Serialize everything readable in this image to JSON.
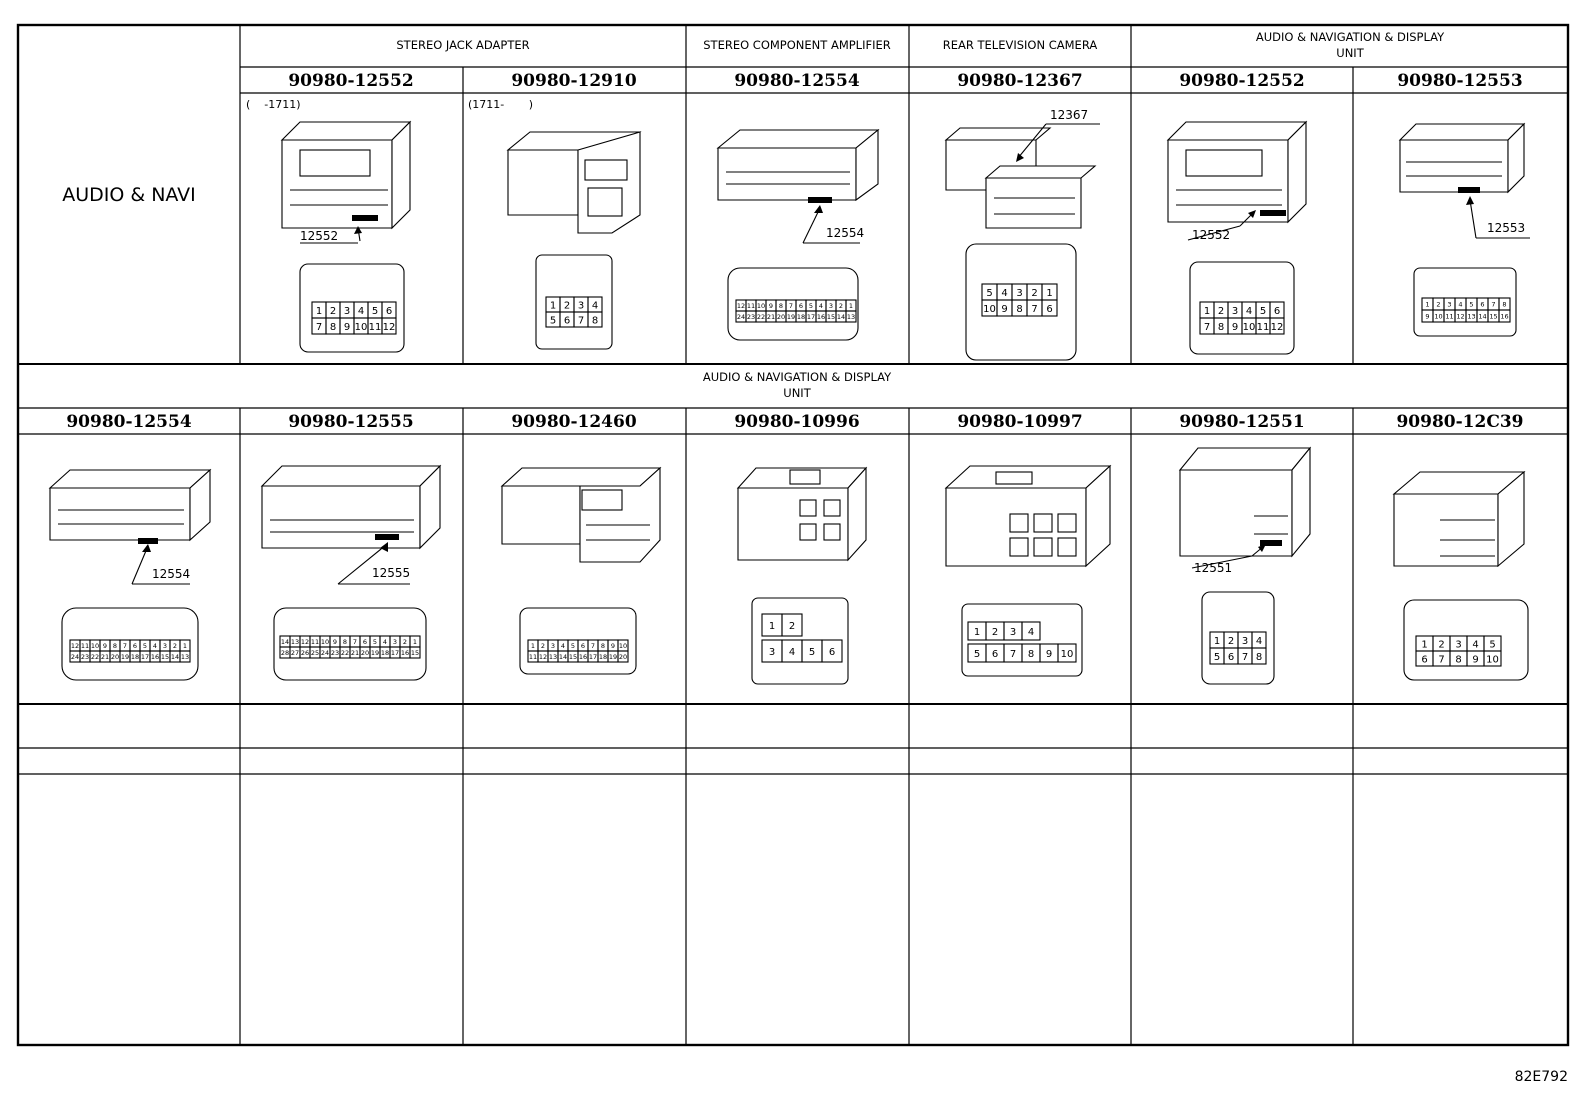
{
  "table": {
    "row_label": "AUDIO & NAVI",
    "row1_headers": [
      {
        "line1": "STEREO JACK ADAPTER",
        "line2": ""
      },
      {
        "line1": "STEREO COMPONENT AMPLIFIER",
        "line2": ""
      },
      {
        "line1": "REAR TELEVISION CAMERA",
        "line2": ""
      },
      {
        "line1": "AUDIO & NAVIGATION & DISPLAY",
        "line2": "UNIT"
      }
    ],
    "row1_parts": [
      "90980-12552",
      "90980-12910",
      "90980-12554",
      "90980-12367",
      "90980-12552",
      "90980-12553"
    ],
    "row1_notes": [
      "(    -1711)",
      "(1711-       )"
    ],
    "row2_header": {
      "line1": "AUDIO & NAVIGATION & DISPLAY",
      "line2": "UNIT"
    },
    "row2_parts": [
      "90980-12554",
      "90980-12555",
      "90980-12460",
      "90980-10996",
      "90980-10997",
      "90980-12551",
      "90980-12C39"
    ]
  },
  "callouts": {
    "c12552a": "12552",
    "c12554a": "12554",
    "c12367": "12367",
    "c12552b": "12552",
    "c12553": "12553",
    "c12554b": "12554",
    "c12555": "12555",
    "c12551": "12551"
  },
  "pinouts": {
    "p12552_top": [
      "1",
      "2",
      "3",
      "4",
      "5",
      "6"
    ],
    "p12552_bot": [
      "7",
      "8",
      "9",
      "10",
      "11",
      "12"
    ],
    "p12910_top": [
      "1",
      "2",
      "3",
      "4"
    ],
    "p12910_bot": [
      "5",
      "6",
      "7",
      "8"
    ],
    "p12367_top": [
      "5",
      "4",
      "3",
      "2",
      "1"
    ],
    "p12367_bot": [
      "10",
      "9",
      "8",
      "7",
      "6"
    ],
    "p10996_top": [
      "1",
      "2"
    ],
    "p10996_bot": [
      "3",
      "4",
      "5",
      "6"
    ],
    "p10997_top": [
      "1",
      "2",
      "3",
      "4"
    ],
    "p10997_bot": [
      "5",
      "6",
      "7",
      "8",
      "9",
      "10"
    ],
    "p12551_top": [
      "1",
      "2",
      "3",
      "4"
    ],
    "p12551_bot": [
      "5",
      "6",
      "7",
      "8"
    ],
    "p12C39_top": [
      "1",
      "2",
      "3",
      "4",
      "5"
    ],
    "p12C39_bot": [
      "6",
      "7",
      "8",
      "9",
      "10"
    ],
    "p12554_top": [
      "12",
      "11",
      "10",
      "9",
      "8",
      "7",
      "6",
      "5",
      "4",
      "3",
      "2",
      "1"
    ],
    "p12554_bot": [
      "24",
      "23",
      "22",
      "21",
      "20",
      "19",
      "18",
      "17",
      "16",
      "15",
      "14",
      "13"
    ],
    "p12553_top": [
      "1",
      "2",
      "3",
      "4",
      "5",
      "6",
      "7",
      "8"
    ],
    "p12553_bot": [
      "9",
      "10",
      "11",
      "12",
      "13",
      "14",
      "15",
      "16"
    ],
    "p12555_top": [
      "14",
      "13",
      "12",
      "11",
      "10",
      "9",
      "8",
      "7",
      "6",
      "5",
      "4",
      "3",
      "2",
      "1"
    ],
    "p12555_bot": [
      "28",
      "27",
      "26",
      "25",
      "24",
      "23",
      "22",
      "21",
      "20",
      "19",
      "18",
      "17",
      "16",
      "15"
    ],
    "p12460_top": [
      "1",
      "2",
      "3",
      "4",
      "5",
      "6",
      "7",
      "8",
      "9",
      "10"
    ],
    "p12460_bot": [
      "11",
      "12",
      "13",
      "14",
      "15",
      "16",
      "17",
      "18",
      "19",
      "20"
    ]
  },
  "doc_code": "82E792"
}
